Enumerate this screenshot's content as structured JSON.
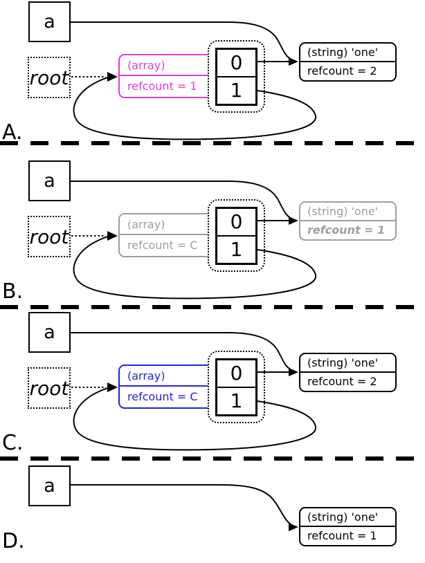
{
  "diagram": {
    "description": "Four-stage reference-counting / cycle-collection diagram",
    "colors": {
      "highlight_magenta": "#DC3CDC",
      "highlight_blue": "#2222DD",
      "dimmed_gray": "#9E9E9E",
      "black": "#000000"
    },
    "panels": [
      {
        "label": "A.",
        "variable": "a",
        "root": "root",
        "array_box": {
          "type": "(array)",
          "refcount": "refcount = 1",
          "color": "#DC3CDC"
        },
        "cells": [
          "0",
          "1"
        ],
        "string_box": {
          "type": "(string) 'one'",
          "refcount": "refcount = 2",
          "color": "#000000"
        }
      },
      {
        "label": "B.",
        "variable": "a",
        "root": "root",
        "array_box": {
          "type": "(array)",
          "refcount": "refcount = C",
          "color": "#9E9E9E"
        },
        "cells": [
          "0",
          "1"
        ],
        "string_box": {
          "type": "(string) 'one'",
          "refcount": "refcount = 1",
          "color": "#9E9E9E"
        }
      },
      {
        "label": "C.",
        "variable": "a",
        "root": "root",
        "array_box": {
          "type": "(array)",
          "refcount": "refcount = C",
          "color": "#2222DD"
        },
        "cells": [
          "0",
          "1"
        ],
        "string_box": {
          "type": "(string) 'one'",
          "refcount": "refcount = 2",
          "color": "#000000"
        }
      },
      {
        "label": "D.",
        "variable": "a",
        "string_box": {
          "type": "(string) 'one'",
          "refcount": "refcount = 1",
          "color": "#000000"
        }
      }
    ]
  }
}
